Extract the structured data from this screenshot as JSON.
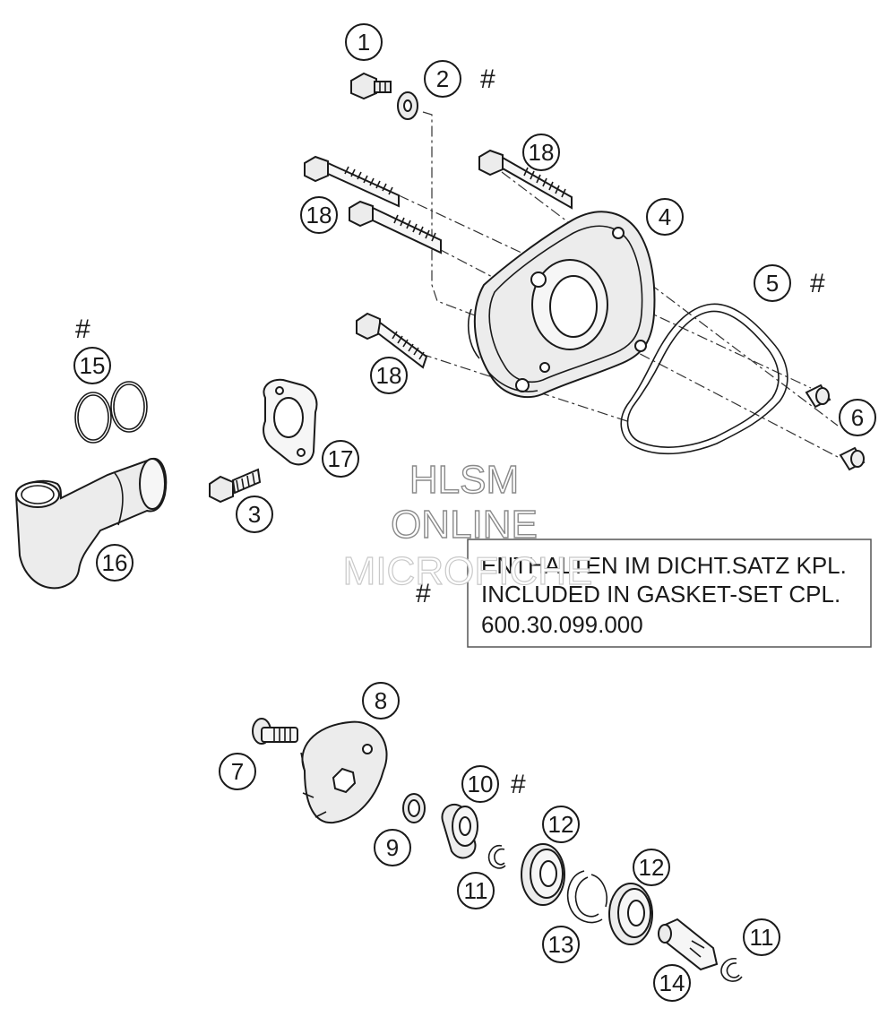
{
  "callouts": [
    {
      "num": "1",
      "hash": ""
    },
    {
      "num": "2",
      "hash": "#"
    },
    {
      "num": "18",
      "hash": ""
    },
    {
      "num": "4",
      "hash": ""
    },
    {
      "num": "18",
      "hash": ""
    },
    {
      "num": "5",
      "hash": "#"
    },
    {
      "num": "18",
      "hash": ""
    },
    {
      "num": "6",
      "hash": ""
    },
    {
      "num": "15",
      "hash": "#"
    },
    {
      "num": "17",
      "hash": ""
    },
    {
      "num": "3",
      "hash": ""
    },
    {
      "num": "16",
      "hash": ""
    },
    {
      "num": "8",
      "hash": ""
    },
    {
      "num": "7",
      "hash": ""
    },
    {
      "num": "10",
      "hash": "#"
    },
    {
      "num": "12",
      "hash": ""
    },
    {
      "num": "9",
      "hash": ""
    },
    {
      "num": "11",
      "hash": ""
    },
    {
      "num": "12",
      "hash": ""
    },
    {
      "num": "13",
      "hash": ""
    },
    {
      "num": "11",
      "hash": ""
    },
    {
      "num": "14",
      "hash": ""
    }
  ],
  "note": {
    "marker": "#",
    "line1": "ENTHALTEN IM DICHT.SATZ KPL.",
    "line2": "INCLUDED IN GASKET-SET CPL.",
    "line3": "600.30.099.000"
  },
  "watermark": {
    "line1": "HLSM",
    "line2": "ONLINE",
    "line3": "MICROFICHE"
  }
}
